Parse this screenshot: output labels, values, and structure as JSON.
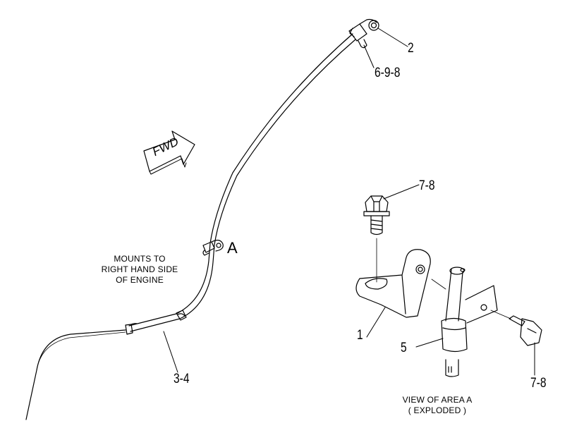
{
  "callouts": {
    "c2": "2",
    "c698": "6-9-8",
    "c78_top": "7-8",
    "c78_bottom": "7-8",
    "c1": "1",
    "c5": "5",
    "c34": "3-4",
    "area": "A"
  },
  "arrow_text": "FWD",
  "note_mount": [
    "MOUNTS TO",
    "RIGHT HAND SIDE",
    "OF ENGINE"
  ],
  "note_view": [
    "VIEW OF AREA  A",
    "( EXPLODED )"
  ],
  "colors": {
    "ink": "#000000",
    "background": "#ffffff"
  }
}
